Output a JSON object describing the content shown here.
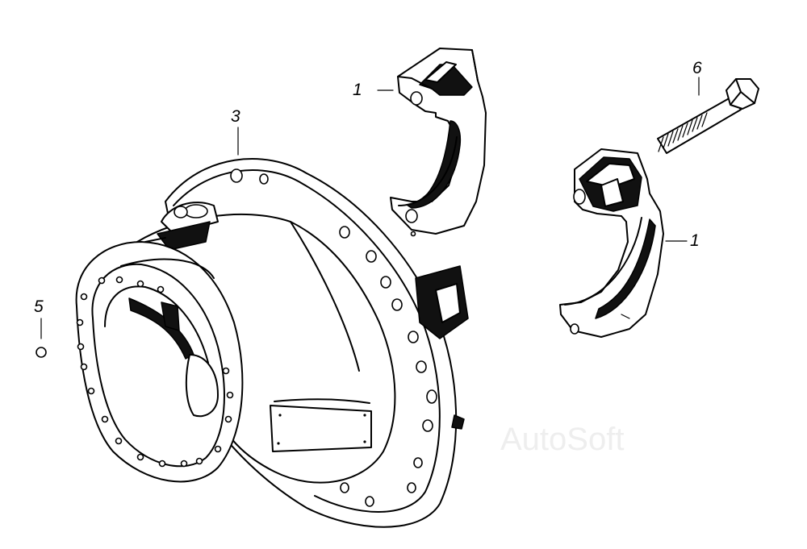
{
  "diagram": {
    "callouts": {
      "c1_top": "1",
      "c1_right": "1",
      "c3": "3",
      "c5": "5",
      "c6": "6"
    },
    "watermark": "AutoSoft"
  }
}
